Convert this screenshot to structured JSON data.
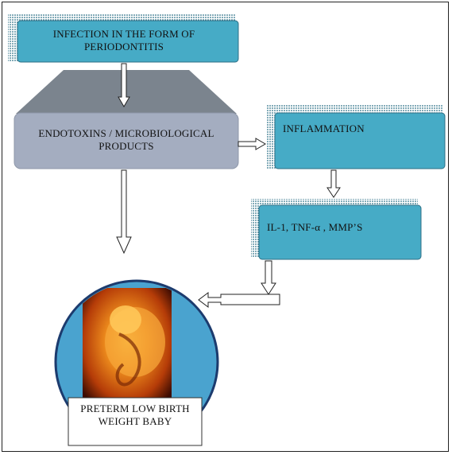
{
  "nodes": {
    "infection": "INFECTION IN THE FORM OF PERIODONTITIS",
    "endotoxins": "ENDOTOXINS / MICROBIOLOGICAL PRODUCTS",
    "inflammation": "INFLAMMATION",
    "mediators": "IL-1, TNF-α , MMP’S",
    "outcome": "PRETERM LOW BIRTH WEIGHT BABY"
  },
  "colors": {
    "box_blue": "#46abc6",
    "box_gray": "#a4adc0",
    "trapezoid_gray": "#7b848e",
    "circle_blue": "#4aa3cf",
    "fetus_orange": "#e8781c"
  },
  "icons": {
    "fetus": "fetus-image"
  }
}
